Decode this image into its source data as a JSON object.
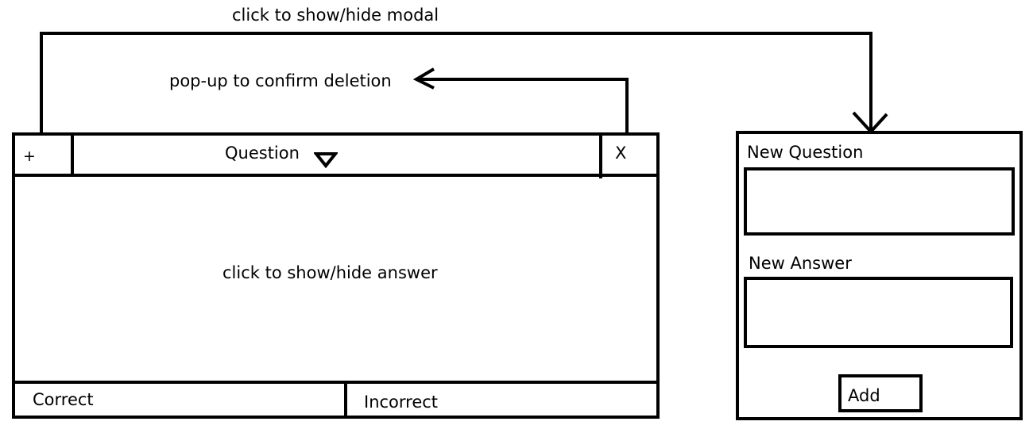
{
  "annotations": {
    "toggle_modal": "click to show/hide modal",
    "confirm_delete": "pop-up to confirm deletion",
    "toggle_answer": "click to show/hide answer"
  },
  "card": {
    "add_label": "+",
    "question_label": "Question",
    "dropdown_icon": "triangle-down",
    "close_label": "X",
    "correct_label": "Correct",
    "incorrect_label": "Incorrect"
  },
  "modal": {
    "question_label": "New Question",
    "question_value": "",
    "answer_label": "New Answer",
    "answer_value": "",
    "add_label": "Add"
  }
}
